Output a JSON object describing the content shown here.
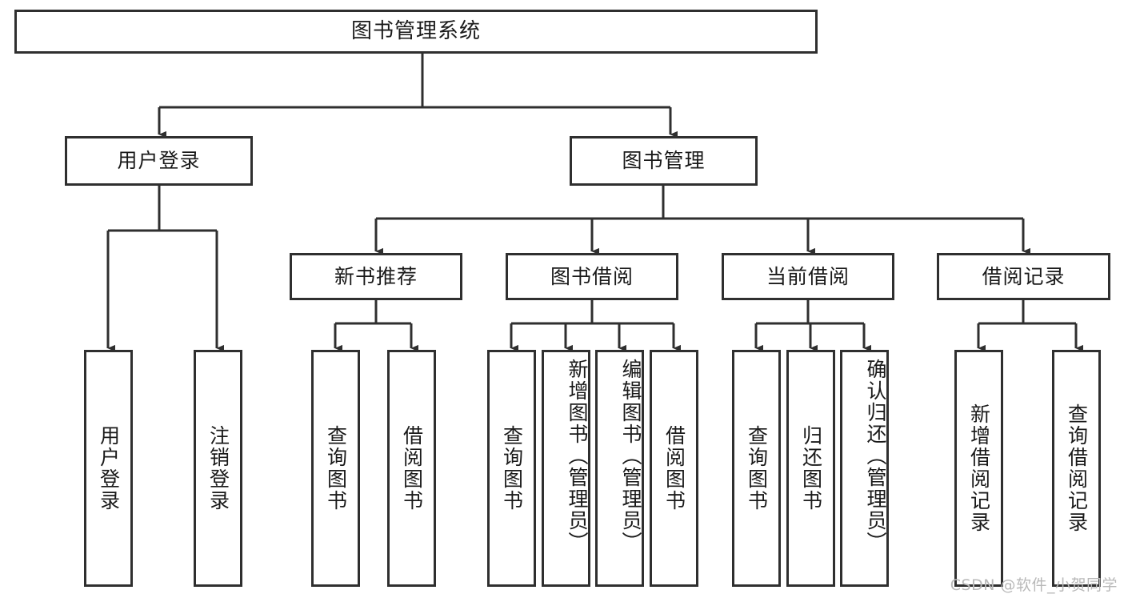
{
  "diagram": {
    "type": "tree",
    "title": "图书管理系统",
    "root": {
      "label": "图书管理系统"
    },
    "level2": [
      {
        "label": "用户登录"
      },
      {
        "label": "图书管理"
      }
    ],
    "level3": [
      {
        "label": "新书推荐"
      },
      {
        "label": "图书借阅"
      },
      {
        "label": "当前借阅"
      },
      {
        "label": "借阅记录"
      }
    ],
    "leaves": {
      "user_login": [
        {
          "label": "用户登录"
        },
        {
          "label": "注销登录"
        }
      ],
      "new_book_recommend": [
        {
          "label": "查询图书"
        },
        {
          "label": "借阅图书"
        }
      ],
      "book_borrow": [
        {
          "label": "查询图书"
        },
        {
          "label": "新增图书（管理员）"
        },
        {
          "label": "编辑图书（管理员）"
        },
        {
          "label": "借阅图书"
        }
      ],
      "current_borrow": [
        {
          "label": "查询图书"
        },
        {
          "label": "归还图书"
        },
        {
          "label": "确认归还（管理员）"
        }
      ],
      "borrow_record": [
        {
          "label": "新增借阅记录"
        },
        {
          "label": "查询借阅记录"
        }
      ]
    }
  },
  "watermark": {
    "text": "CSDN @软件_小贺同学"
  },
  "colors": {
    "border": "#2f2f2f",
    "background": "#ffffff",
    "text": "#1a1a1a",
    "watermark": "#b9b9b9"
  }
}
